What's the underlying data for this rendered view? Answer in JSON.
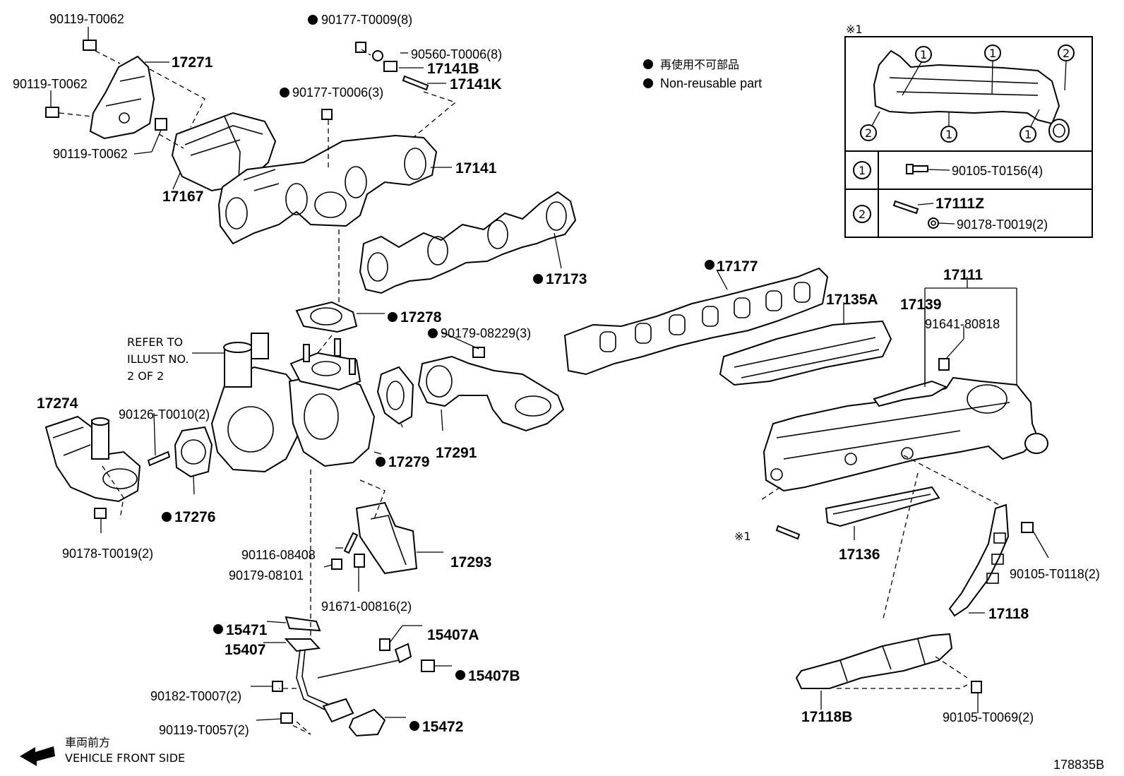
{
  "legend": {
    "japanese": "再使用不可部品",
    "english": "Non-reusable part"
  },
  "inset": {
    "marker": "※1",
    "circle_one": "1",
    "circle_two": "2",
    "row1_part": "90105-T0156(4)",
    "row2_part_a": "17111Z",
    "row2_part_b": "90178-T0019(2)"
  },
  "labels": {
    "p90119_T0062_a": "90119-T0062",
    "p17271": "17271",
    "p90119_T0062_b": "90119-T0062",
    "p90119_T0062_c": "90119-T0062",
    "p17167": "17167",
    "p90177_T0009": "90177-T0009(8)",
    "p90560_T0006": "90560-T0006(8)",
    "p17141B": "17141B",
    "p17141K": "17141K",
    "p90177_T0006": "90177-T0006(3)",
    "p17141": "17141",
    "p17173": "17173",
    "p17278": "17278",
    "p90179_08229": "90179-08229(3)",
    "refer_line1": "REFER TO",
    "refer_line2": "ILLUST NO.",
    "refer_line3": "2 OF 2",
    "p17274": "17274",
    "p90126_T0010": "90126-T0010(2)",
    "p17276": "17276",
    "p90178_T0019": "90178-T0019(2)",
    "p17279": "17279",
    "p17291": "17291",
    "p90116_08408": "90116-08408",
    "p90179_08101": "90179-08101",
    "p17293": "17293",
    "p91671_00816": "91671-00816(2)",
    "p15471": "15471",
    "p15407A": "15407A",
    "p15407": "15407",
    "p15407B": "15407B",
    "p90182_T0007": "90182-T0007(2)",
    "p90119_T0057": "90119-T0057(2)",
    "p15472": "15472",
    "p17177": "17177",
    "p17135A": "17135A",
    "p17111": "17111",
    "p17139": "17139",
    "p91641_80818": "91641-80818",
    "mark_1": "※1",
    "p17136": "17136",
    "p90105_T0118": "90105-T0118(2)",
    "p17118": "17118",
    "p17118B": "17118B",
    "p90105_T0069": "90105-T0069(2)"
  },
  "front": {
    "japanese": "車両前方",
    "english": "VEHICLE FRONT SIDE"
  },
  "figure_id": "178835B"
}
